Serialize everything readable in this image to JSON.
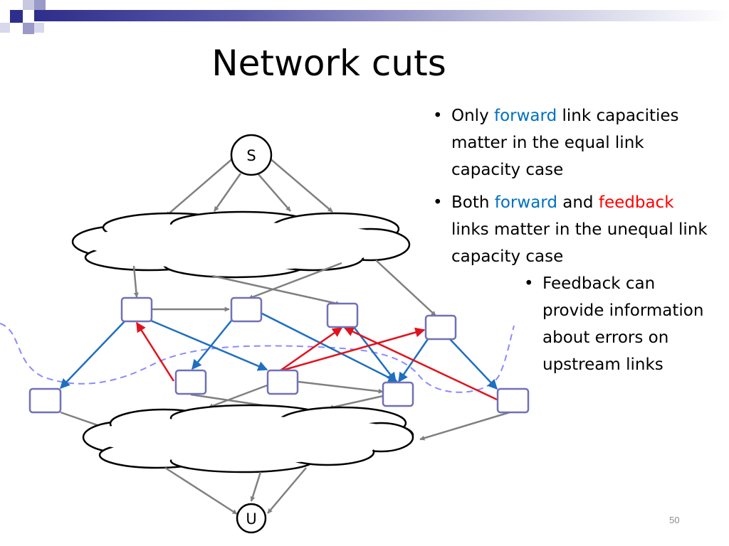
{
  "title": "Network cuts",
  "nodes": {
    "source": "S",
    "sink": "U"
  },
  "bullet_symbol": "•",
  "bullets": {
    "b1": {
      "a": "Only ",
      "forward": "forward",
      "b": " link capacities matter in the equal link capacity case"
    },
    "b2": {
      "a": "Both ",
      "forward": "forward",
      "b": " and ",
      "feedback": "feedback",
      "c": " links matter in the unequal link capacity case"
    },
    "b3": "Feedback can provide information about errors on upstream links"
  },
  "colors": {
    "forward": "#0070c0",
    "feedback": "#ff0000",
    "node_border": "#7070b8",
    "cut_line": "#8a8aff"
  },
  "page_number": "50"
}
